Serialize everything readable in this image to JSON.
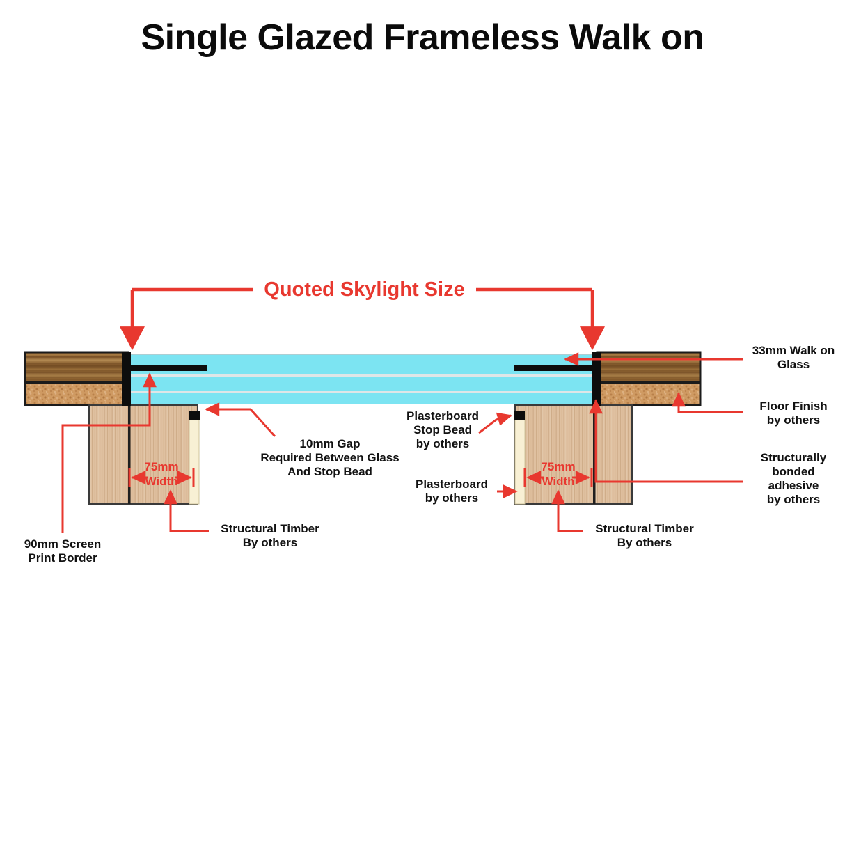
{
  "page": {
    "title": "Single Glazed Frameless Walk on",
    "background_color": "#ffffff"
  },
  "colors": {
    "annotation_red": "#e8382f",
    "glass_cyan": "#7ce4f2",
    "glass_seam": "#d8dfe0",
    "screen_print_black": "#0d0d0d",
    "timber_light": "#dcbb9a",
    "timber_edge": "#2a2a2a",
    "floor_wood_dark": "#8a5a2b",
    "floor_cork": "#cf9b63",
    "plasterboard_cream": "#f7efd2",
    "text_black": "#111111"
  },
  "callouts": {
    "quoted_skylight_size": "Quoted Skylight Size"
  },
  "labels": {
    "walk_on_glass": "33mm Walk on\nGlass",
    "floor_finish": "Floor Finish\nby others",
    "bonded_adhesive": "Structurally\nbonded\nadhesive\nby others",
    "screen_print_border": "90mm Screen\nPrint Border",
    "structural_timber_left": "Structural Timber\nBy others",
    "structural_timber_right": "Structural Timber\nBy others",
    "gap_note": "10mm Gap\nRequired Between Glass\nAnd Stop Bead",
    "plasterboard_stop_bead": "Plasterboard\nStop Bead\nby others",
    "plasterboard": "Plasterboard\nby others"
  },
  "dimensions": {
    "width_left": "75mm\nWidth",
    "width_right": "75mm\nWidth"
  }
}
